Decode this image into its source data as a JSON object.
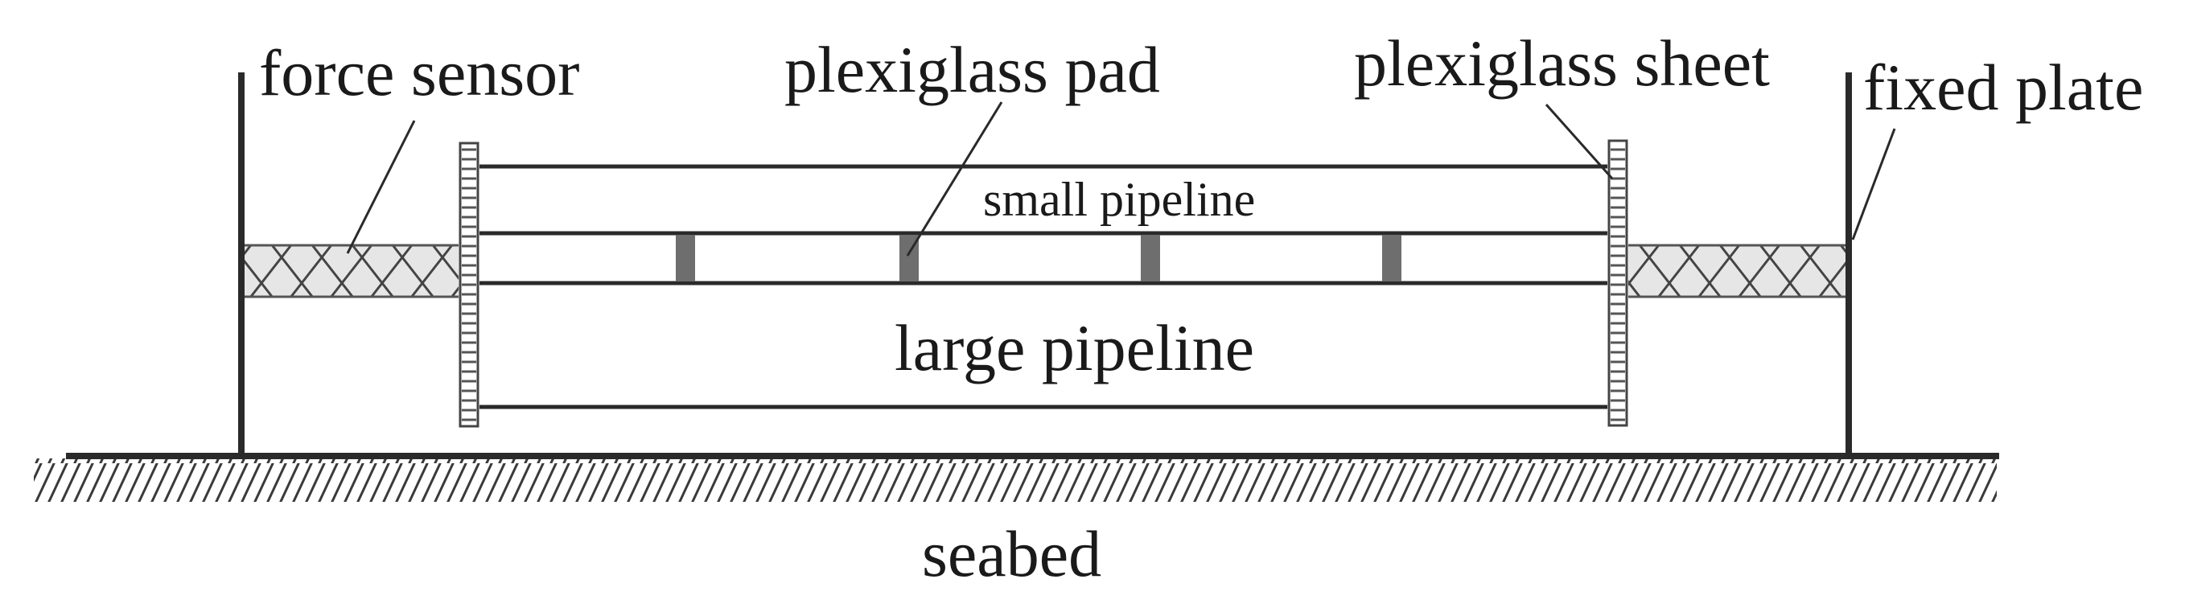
{
  "labels": {
    "force_sensor": "force sensor",
    "plexiglass_pad": "plexiglass pad",
    "plexiglass_sheet": "plexiglass sheet",
    "fixed_plate": "fixed plate",
    "small_pipeline": "small pipeline",
    "large_pipeline": "large pipeline",
    "seabed": "seabed"
  },
  "colors": {
    "line": "#2a2a2a",
    "pad": "#6e6e6e",
    "sensor_fill": "#e6e6e6",
    "text": "#1a1a1a"
  }
}
